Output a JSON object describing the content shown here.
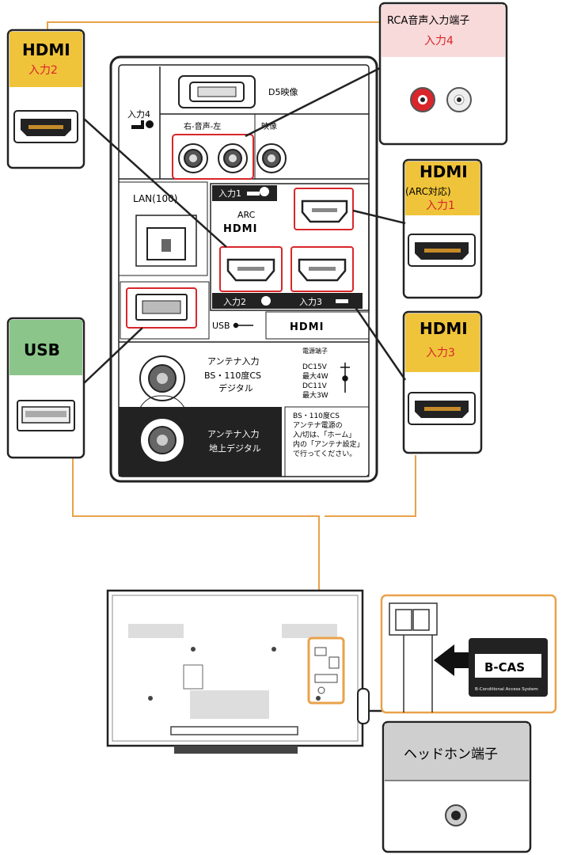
{
  "callouts": {
    "hdmi2": {
      "title": "HDMI",
      "sub": "入力2"
    },
    "rca": {
      "title": "RCA音声入力端子",
      "sub": "入力4"
    },
    "hdmi1": {
      "title": "HDMI",
      "paren": "(ARC対応)",
      "sub": "入力1"
    },
    "usb": {
      "title": "USB"
    },
    "hdmi3": {
      "title": "HDMI",
      "sub": "入力3"
    },
    "headphone": {
      "title": "ヘッドホン端子"
    }
  },
  "panel": {
    "input4": "入力4",
    "d5": "D5映像",
    "audio_lr": "右-音声-左",
    "video": "映像",
    "lan": "LAN(100)",
    "input1": "入力1",
    "arc": "ARC",
    "hdmi_logo": "HDMI",
    "input2": "入力2",
    "input3": "入力3",
    "usb": "USB",
    "hdmi_logo2": "HDMI",
    "antenna_bs_1": "アンテナ入力",
    "antenna_bs_2": "BS・110度CS",
    "antenna_bs_3": "デジタル",
    "power_1": "電源端子",
    "power_2": "DC15V",
    "power_3": "最大4W",
    "power_4": "DC11V",
    "power_5": "最大3W",
    "antenna_t_1": "アンテナ入力",
    "antenna_t_2": "地上デジタル",
    "note_1": "BS・110度CS",
    "note_2": "アンテナ電源の",
    "note_3": "入/切は、「ホーム」",
    "note_4": "内の「アンテナ設定」",
    "note_5": "で行ってください。"
  },
  "bcas": {
    "label": "B-CAS",
    "caption": "B-Conditional Access System"
  },
  "colors": {
    "yellow": "#f0c43a",
    "pink": "#f9dada",
    "green": "#8bc58a",
    "gray": "#cfcfcf",
    "orange": "#e9a24a",
    "red": "#d9262b"
  }
}
